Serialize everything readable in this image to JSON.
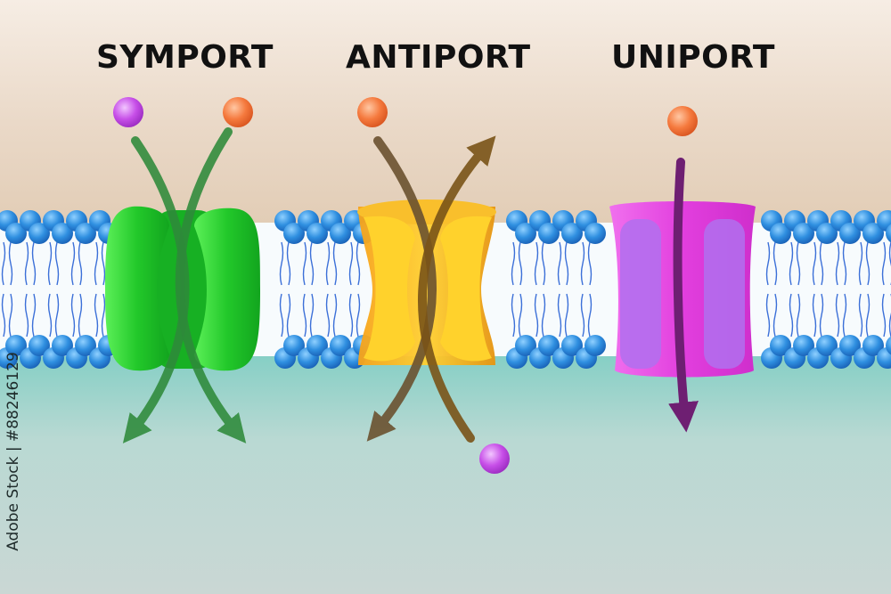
{
  "diagram": {
    "titles": {
      "symport": "SYMPORT",
      "antiport": "ANTIPORT",
      "uniport": "UNIPORT"
    },
    "stock_id": "Adobe Stock | #88246129",
    "colors": {
      "extracellular": "#e8d6c3",
      "cytoplasm": "#bfd7d2",
      "phospholipid_head": "#2f8fe0",
      "phospholipid_tail": "#3b6fd8",
      "symport_protein": "#25cc2a",
      "symport_arrow": "#2e8a3a",
      "antiport_protein": "#f3b41c",
      "antiport_arrow_in": "#6b5230",
      "antiport_arrow_out": "#7a5418",
      "uniport_protein": "#e23fde",
      "uniport_channel": "#b070ef",
      "uniport_arrow": "#6e1f72",
      "orange_molecule": "#f57a3e",
      "purple_molecule": "#c74fe8"
    }
  }
}
